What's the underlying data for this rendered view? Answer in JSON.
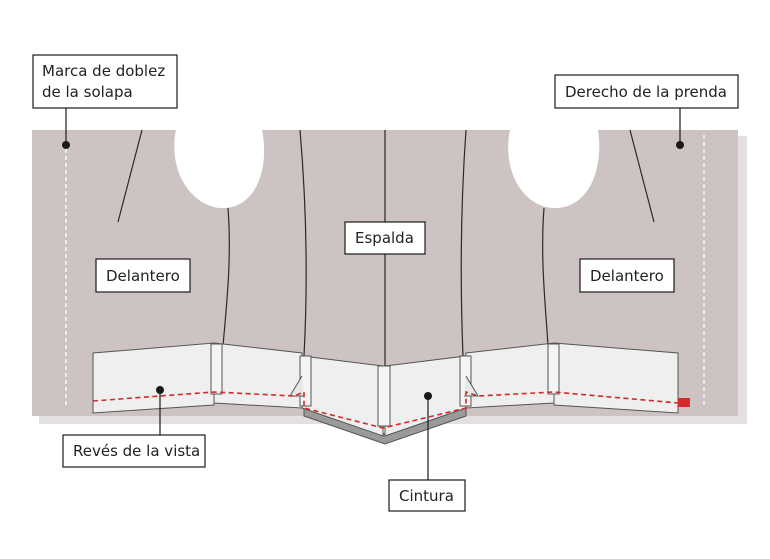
{
  "labels": {
    "lapel_fold": [
      "Marca de doblez",
      "de la solapa"
    ],
    "garment_right_side": "Derecho de la prenda",
    "back": "Espalda",
    "front_left": "Delantero",
    "front_right": "Delantero",
    "facing_wrong_side": "Revés de la vista",
    "waist": "Cintura"
  },
  "colors": {
    "fabric": "#cdc3c2",
    "facing": "#efefef",
    "stitch_line": "#d42a2a",
    "outline": "#1a1a1a"
  }
}
